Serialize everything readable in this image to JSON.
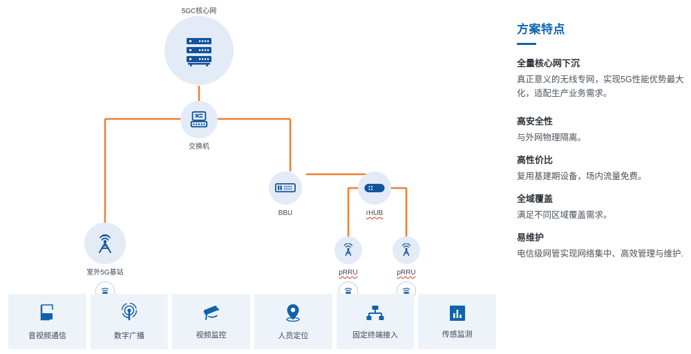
{
  "diagram": {
    "nodes": [
      {
        "id": "core",
        "label": "5GC核心网",
        "icon": "server-rack-icon",
        "label_position": "above",
        "spell_error": false,
        "signal_badge": false
      },
      {
        "id": "switch",
        "label": "交换机",
        "icon": "network-switch-icon",
        "label_position": "below",
        "spell_error": false,
        "signal_badge": false
      },
      {
        "id": "bbu",
        "label": "BBU",
        "icon": "bbu-unit-icon",
        "label_position": "below",
        "spell_error": false,
        "signal_badge": false
      },
      {
        "id": "rhub",
        "label": "rHUB",
        "icon": "rhub-unit-icon",
        "label_position": "below",
        "spell_error": true,
        "signal_badge": false
      },
      {
        "id": "macro",
        "label": "室外5G基站",
        "icon": "cell-tower-icon",
        "label_position": "below",
        "spell_error": false,
        "signal_badge": true
      },
      {
        "id": "prru1",
        "label": "pRRU",
        "icon": "antenna-icon",
        "label_position": "below",
        "spell_error": true,
        "signal_badge": true
      },
      {
        "id": "prru2",
        "label": "pRRU",
        "icon": "antenna-icon",
        "label_position": "below",
        "spell_error": true,
        "signal_badge": true
      }
    ]
  },
  "cards": [
    {
      "label": "音视频通信",
      "icon": "phone-av-icon"
    },
    {
      "label": "数字广播",
      "icon": "broadcast-icon"
    },
    {
      "label": "视频监控",
      "icon": "cctv-camera-icon"
    },
    {
      "label": "人员定位",
      "icon": "location-pin-icon"
    },
    {
      "label": "固定终端接入",
      "icon": "network-tree-icon"
    },
    {
      "label": "传感监测",
      "icon": "bar-chart-icon"
    }
  ],
  "panel": {
    "title": "方案特点",
    "features": [
      {
        "heading": "全量核心网下沉",
        "body": "真正意义的无线专网，实现5G性能优势最大化，适配生产业务需求。"
      },
      {
        "heading": "高安全性",
        "body": "与外网物理隔离。"
      },
      {
        "heading": "高性价比",
        "body": "复用基建期设备，场内流量免费。"
      },
      {
        "heading": "全域覆盖",
        "body": "满足不同区域覆盖需求。"
      },
      {
        "heading": "易维护",
        "body": "电信级网管实现网络集中、高效管理与维护."
      }
    ]
  },
  "colors": {
    "accent_blue": "#0f63ae",
    "wire_orange": "#ed7d31",
    "bubble_fill": "#e3ebf6",
    "card_fill": "#eef3fa",
    "text_dark": "#2c3238"
  }
}
